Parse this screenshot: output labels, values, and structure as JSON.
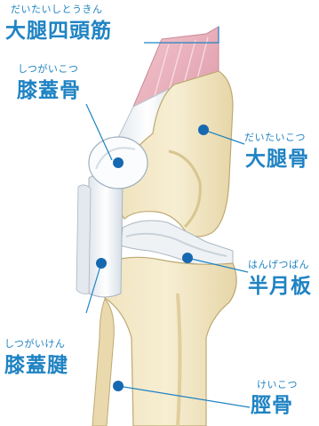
{
  "colors": {
    "label": "#1f83c3",
    "bone": "#f3e7c4",
    "bone_shade": "#d9c99b",
    "cartilage": "#e9eef2",
    "muscle": "#e6a9b5",
    "marker": "#1669b0"
  },
  "labels": {
    "quadriceps": {
      "reading": "だいたいしとうきん",
      "name": "大腿四頭筋"
    },
    "patella": {
      "reading": "しつがいこつ",
      "name": "膝蓋骨"
    },
    "femur": {
      "reading": "だいたいこつ",
      "name": "大腿骨"
    },
    "meniscus": {
      "reading": "はんげつばん",
      "name": "半月板"
    },
    "patellar_tendon": {
      "reading": "しつがいけん",
      "name": "膝蓋腱"
    },
    "tibia": {
      "reading": "けいこつ",
      "name": "脛骨"
    }
  }
}
